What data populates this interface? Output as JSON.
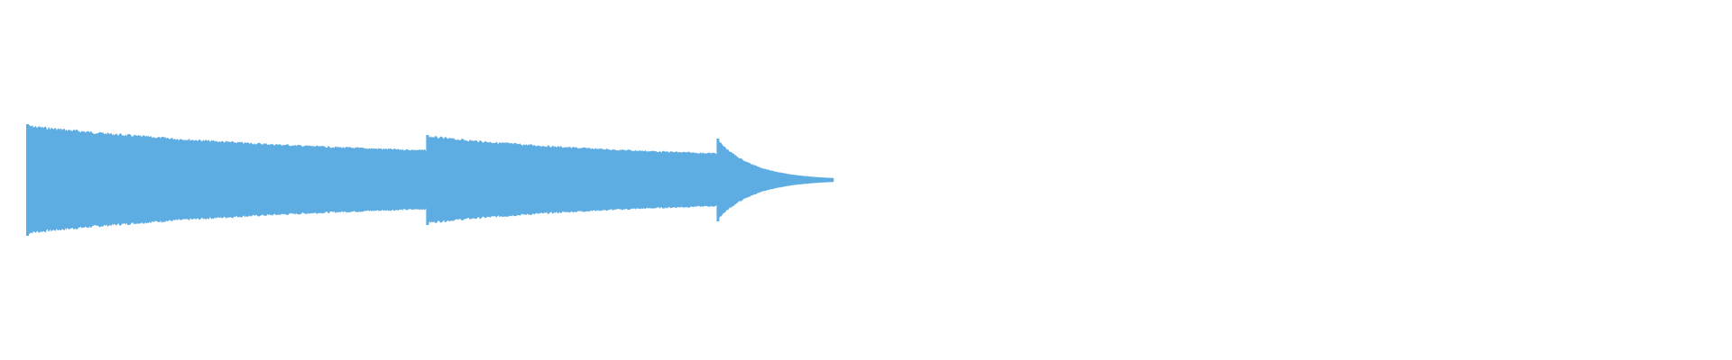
{
  "waveform": {
    "color": "#5dade2",
    "background": "#ffffff",
    "duration_fraction": 0.486,
    "strikes": [
      {
        "start": 0.0,
        "peak": 0.62,
        "tail": 0.235
      },
      {
        "start": 0.241,
        "peak": 0.5,
        "tail": 0.232
      },
      {
        "start": 0.416,
        "peak": 0.46,
        "tail": 0.0
      }
    ]
  }
}
